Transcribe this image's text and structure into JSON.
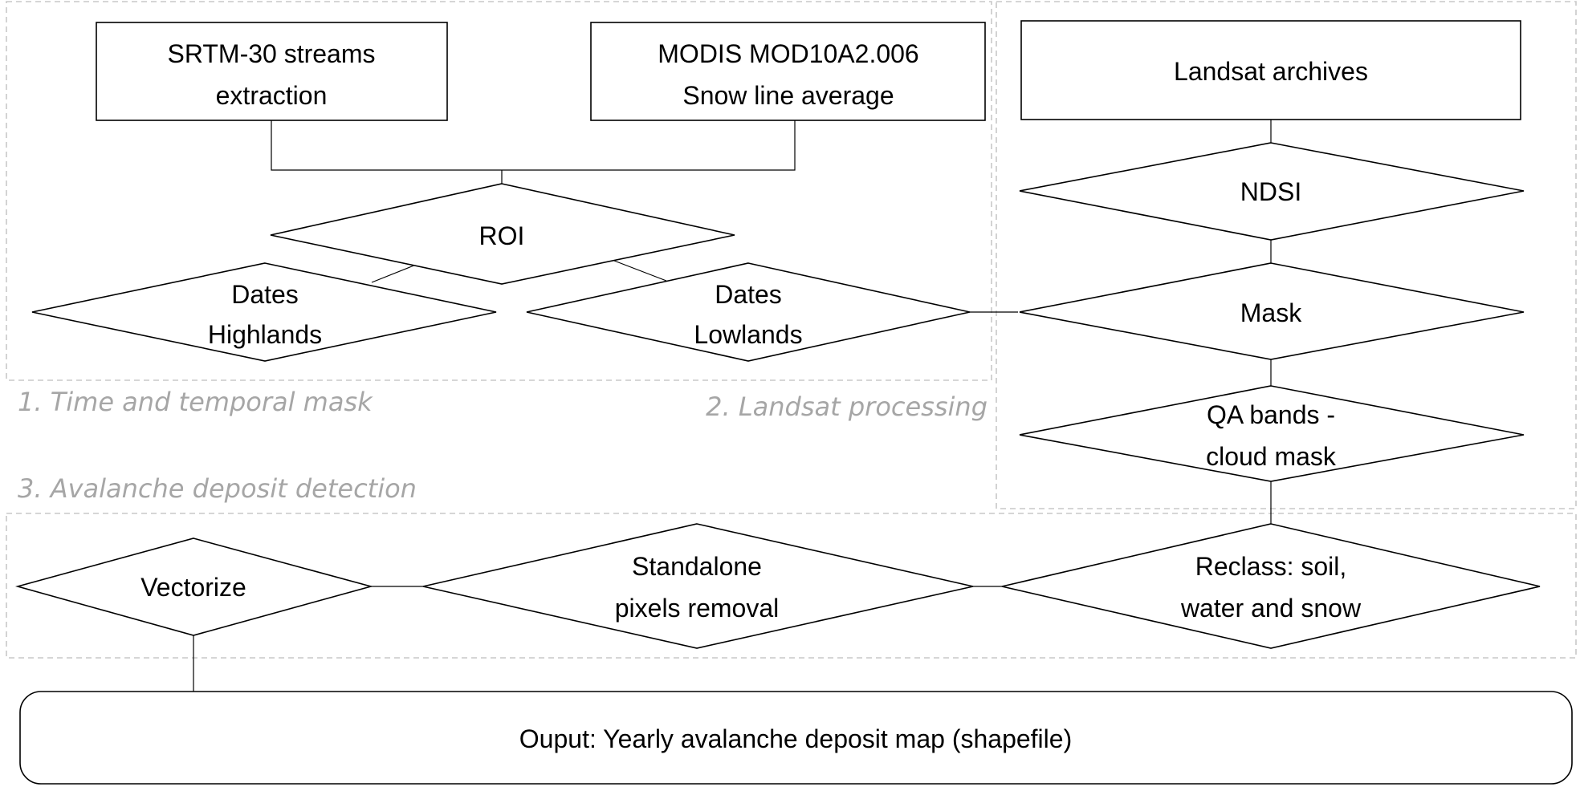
{
  "groups": {
    "g1": "1. Time and temporal mask",
    "g2": "2. Landsat processing",
    "g3": "3. Avalanche deposit detection"
  },
  "nodes": {
    "srtm": [
      "SRTM-30 streams",
      "extraction"
    ],
    "modis": [
      "MODIS MOD10A2.006",
      "Snow line average"
    ],
    "landsat": [
      "Landsat archives"
    ],
    "roi": [
      "ROI"
    ],
    "dates_highlands": [
      "Dates",
      "Highlands"
    ],
    "dates_lowlands": [
      "Dates",
      "Lowlands"
    ],
    "ndsi": [
      "NDSI"
    ],
    "mask": [
      "Mask"
    ],
    "qa": [
      "QA bands -",
      "cloud mask"
    ],
    "vectorize": [
      "Vectorize"
    ],
    "standalone": [
      "Standalone",
      "pixels removal"
    ],
    "reclass": [
      "Reclass: soil,",
      "water and snow"
    ],
    "output": [
      "Ouput: Yearly avalanche deposit map (shapefile)"
    ]
  }
}
